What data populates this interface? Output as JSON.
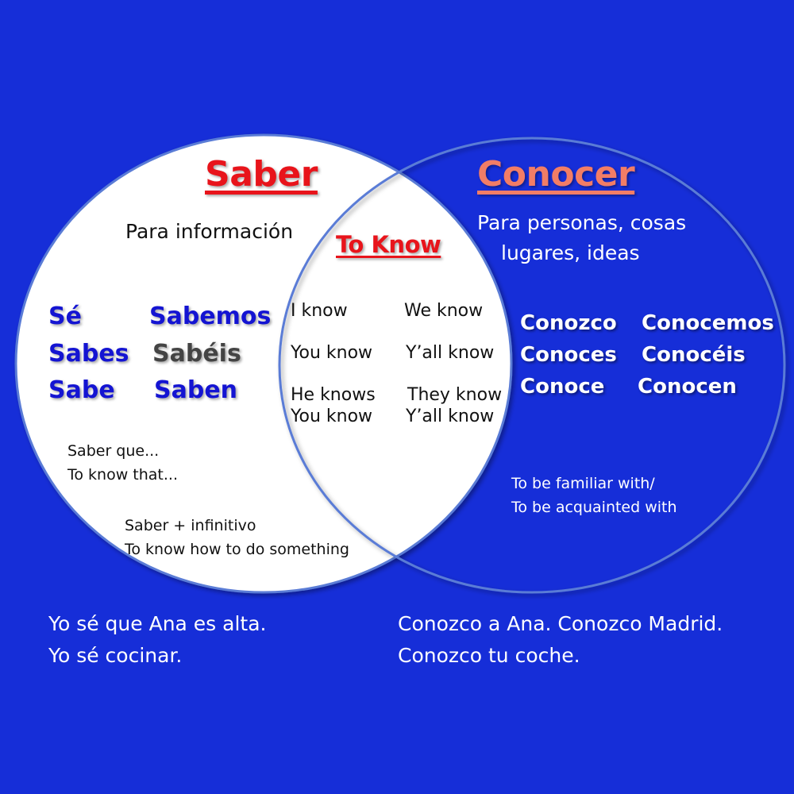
{
  "colors": {
    "background": "#162ED8",
    "saber_title": "#E8141B",
    "conocer_title": "#F27D66",
    "to_know_title": "#E8141B",
    "saber_conjugation": "#1414D2",
    "vosotros_conjugation": "#444444",
    "circle_stroke": "#5A7BD6"
  },
  "saber": {
    "title": "Saber",
    "usage": "Para información",
    "conjugations": {
      "yo": "Sé",
      "tu": "Sabes",
      "el": "Sabe",
      "nosotros": "Sabemos",
      "vosotros": "Sabéis",
      "ellos": "Saben"
    },
    "notes": [
      {
        "line1": "Saber que...",
        "line2": "To know that..."
      },
      {
        "line1": "Saber + infinitivo",
        "line2": "To know how to do something"
      }
    ],
    "examples": [
      "Yo sé que Ana es alta.",
      "Yo sé cocinar."
    ]
  },
  "overlap": {
    "title": "To Know",
    "translations": {
      "i": "I know",
      "you": "You know",
      "he": "He knows",
      "you_formal": "You know",
      "we": "We know",
      "yall": "Y’all know",
      "they": "They know",
      "yall_formal": "Y’all know"
    }
  },
  "conocer": {
    "title": "Conocer",
    "usage_line1": "Para personas, cosas",
    "usage_line2": "lugares, ideas",
    "conjugations": {
      "yo": "Conozco",
      "tu": "Conoces",
      "el": "Conoce",
      "nosotros": "Conocemos",
      "vosotros": "Conocéis",
      "ellos": "Conocen"
    },
    "meaning_line1": "To be familiar with/",
    "meaning_line2": "To be acquainted with",
    "examples": [
      "Conozco a Ana. Conozco Madrid.",
      "Conozco tu coche."
    ]
  }
}
